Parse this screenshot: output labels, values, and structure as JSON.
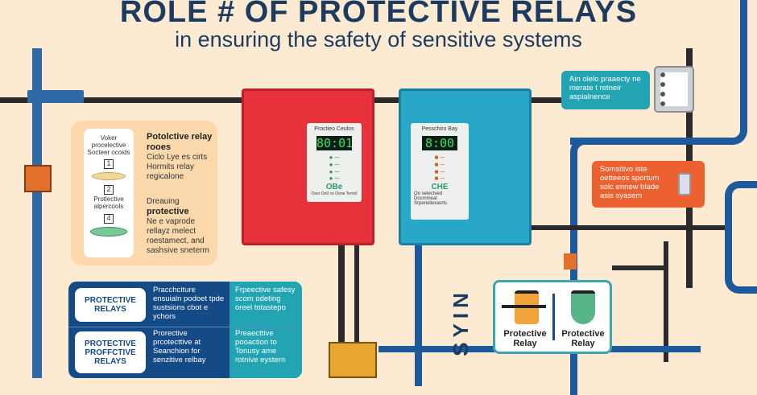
{
  "title": "ROLE # OF PROTECTIVE RELAYS",
  "subtitle": "in ensuring the safety of sensitive systems",
  "callout": {
    "card_title": "Voker procelective Socteer ocoids",
    "step1": "1",
    "step2": "2",
    "card_label2": "Protlective alpercools",
    "step3": "4",
    "heading1": "Potolctive relay rooes",
    "body1": "Ciclo Lye es cirts Hormits relay regicalone",
    "heading2_pre": "Dreauing",
    "heading2": "protective",
    "body2": "Ne e vaprode rellayz melect roestamect, and sashsive sneterm"
  },
  "relays": [
    {
      "label": "Proctieo Ceulos",
      "display": "80:01",
      "footer": "Oxer Oo0 ce Oooe Ternol",
      "logo": "OBe"
    },
    {
      "label": "Pesschiro Bay",
      "display": "8:00",
      "footer": "Oo selectved Dosmmeal Srpereiiteraorts",
      "logo": "CHE"
    }
  ],
  "table": {
    "rows": [
      {
        "label": "PROTECTIVE RELAYS",
        "col1": "Pracchciture ensuialn podoet tpde sustsions cbot e ychors",
        "col2": "Frpeective safesy scom odeting oreel totastepo"
      },
      {
        "label": "PROTECTIVE PROFFCTIVE RELAYS",
        "col1": "Prorective prcotecttive at Seanchion for senzitive relbay",
        "col2": "Preaecttive pooaction to Tonusy ame rotnive eystern"
      }
    ]
  },
  "right": {
    "teal_text": "Ain olelo praaecty ne merate t retneir aspialnence",
    "orange_text": "Somsitivo iste oetteeos sportum solc ennew blade asis syasem"
  },
  "vertical_text": "SYIN",
  "bottom_panel": {
    "left_label": "Protective Relay",
    "right_label": "Protective Relay"
  },
  "colors": {
    "bg": "#fcebd2",
    "navy": "#1d3b5e",
    "red": "#e8323b",
    "teal": "#29a7c8",
    "orange": "#ec6130",
    "pipe_blue": "#1c5a9c"
  }
}
